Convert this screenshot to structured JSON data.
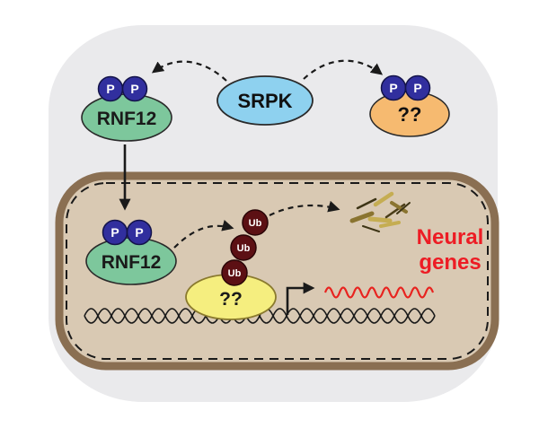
{
  "labels": {
    "srpk": "SRPK",
    "rnf12": "RNF12",
    "unknown": "??",
    "phospho": "P",
    "ubiquitin": "Ub",
    "neural_genes_line1": "Neural",
    "neural_genes_line2": "genes"
  },
  "colors": {
    "background": "#ffffff",
    "cell_fill": "#eaeaec",
    "nucleus_fill": "#d9c9b3",
    "nucleus_border": "#8a6f52",
    "rnf12_fill": "#7dc79c",
    "srpk_fill": "#8ed1ef",
    "unknown_cytoplasm_fill": "#f6ba70",
    "unknown_nucleus_fill": "#f5ee7f",
    "phospho_fill": "#312f9e",
    "ubiquitin_fill": "#5c1014",
    "mrna_color": "#e8231f",
    "neural_genes_color": "#ed1c24",
    "line_color": "#1a1a1a"
  }
}
